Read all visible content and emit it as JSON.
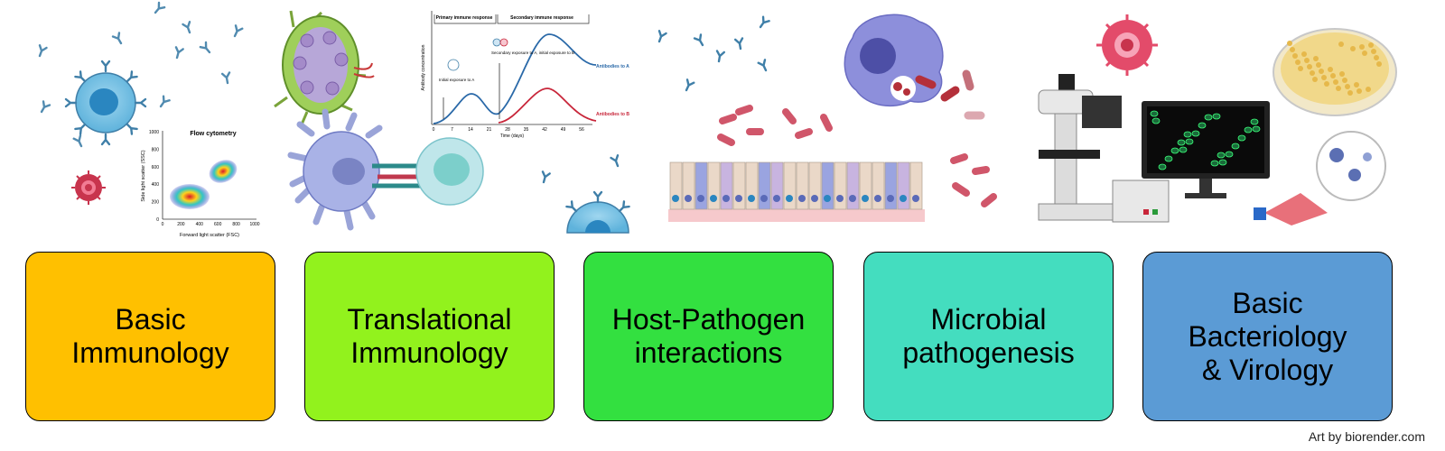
{
  "categories": [
    {
      "label": "Basic\nImmunology",
      "color": "#FFC000"
    },
    {
      "label": "Translational\nImmunology",
      "color": "#92F21D"
    },
    {
      "label": "Host-Pathogen\ninteractions",
      "color": "#33E040"
    },
    {
      "label": "Microbial\npathogenesis",
      "color": "#44DDBF"
    },
    {
      "label": "Basic\nBacteriology\n& Virology",
      "color": "#5B9BD5"
    }
  ],
  "flow_plot": {
    "title": "Flow cytometry",
    "xlabel": "Forward light scatter (FSC)",
    "ylabel": "Side light scatter (SSC)",
    "x_ticks": [
      "0",
      "200",
      "400",
      "600",
      "800",
      "1000"
    ],
    "y_ticks": [
      "0",
      "200",
      "400",
      "600",
      "800",
      "1000"
    ]
  },
  "immune_plot": {
    "ylabel": "Antibody concentration",
    "xlabel": "Time (days)",
    "x_ticks": [
      "0",
      "7",
      "14",
      "21",
      "28",
      "35",
      "42",
      "49",
      "56"
    ],
    "primary_label": "Primary immune response",
    "secondary_label": "Secondary immune response",
    "initial_label": "Initial exposure to A",
    "secondary_exposure_label": "Secondary exposure to A, initial exposure to B",
    "series_a": "Antibodies to A",
    "series_b": "Antibodies to B"
  },
  "credit": "Art by biorender.com"
}
